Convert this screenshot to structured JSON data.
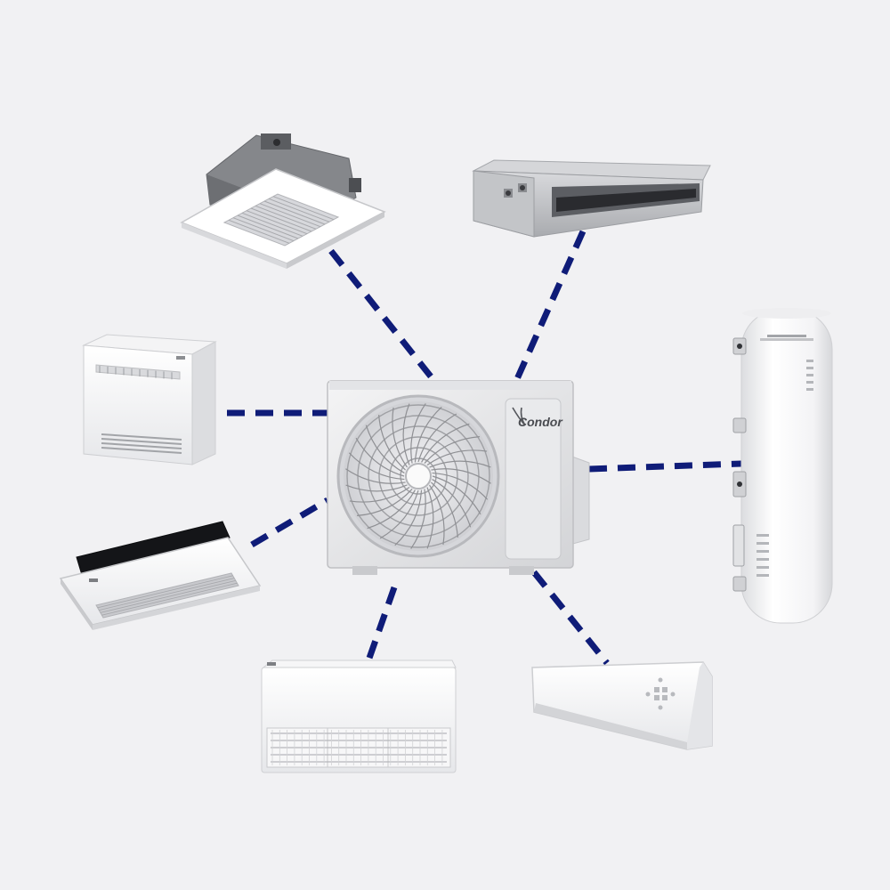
{
  "diagram": {
    "background": "#f1f1f3",
    "connector_color": "#0f1c78",
    "outdoor_unit": {
      "kind": "outdoor-condenser-unit",
      "brand": "Condor"
    },
    "indoor_units": [
      {
        "kind": "ceiling-cassette-4-way"
      },
      {
        "kind": "ducted-concealed-unit"
      },
      {
        "kind": "floor-console-unit"
      },
      {
        "kind": "heat-pump-water-heater"
      },
      {
        "kind": "cassette-1-way"
      },
      {
        "kind": "ceiling-floor-convertible-unit"
      },
      {
        "kind": "wall-mounted-split-unit"
      }
    ]
  }
}
